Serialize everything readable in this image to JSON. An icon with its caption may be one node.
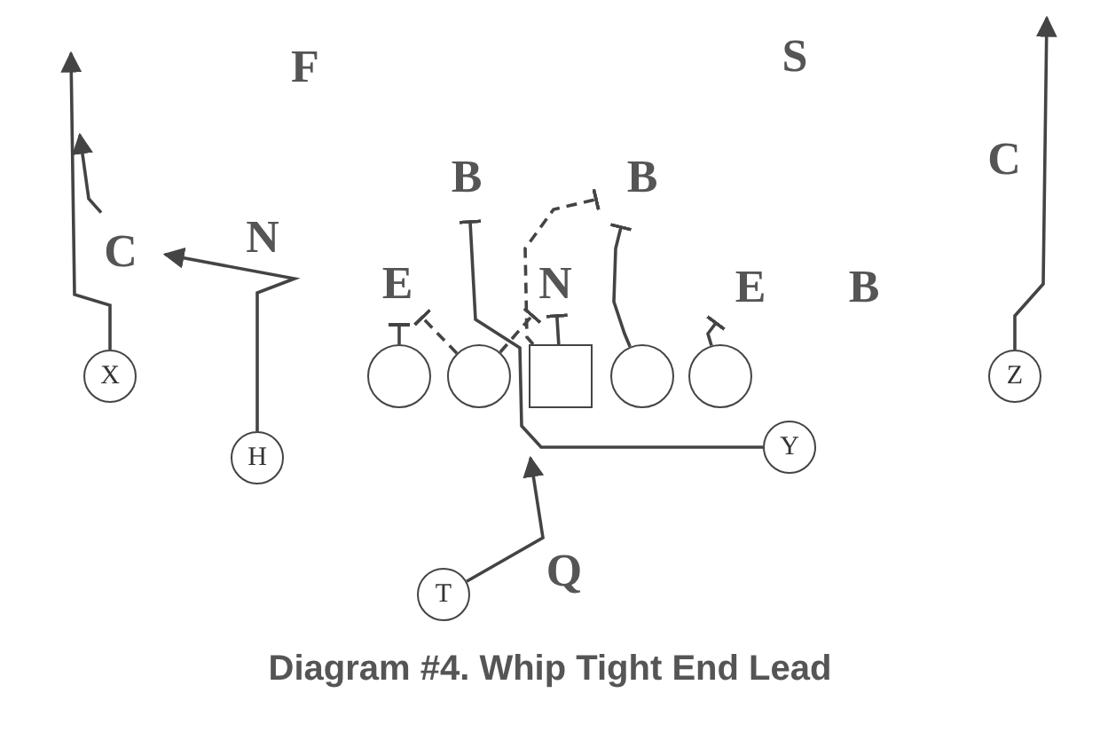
{
  "diagram": {
    "caption": "Diagram #4. Whip Tight End Lead",
    "nodes": [
      {
        "text": [
          "X"
        ]
      },
      {
        "text": [
          "C"
        ]
      },
      {
        "text": [
          "H"
        ]
      },
      {
        "text": [
          "E"
        ]
      },
      {
        "text": [
          "B"
        ]
      },
      {
        "text": [
          "N"
        ]
      },
      {
        "text": [
          "B"
        ]
      },
      {
        "text": [
          "E"
        ]
      },
      {
        "text": [],
        "shape": "circle"
      },
      {
        "text": [],
        "shape": "circle"
      },
      {
        "text": [],
        "shape": "box"
      },
      {
        "text": [],
        "shape": "circle"
      },
      {
        "text": [],
        "shape": "circle"
      },
      {
        "text": [
          "Y"
        ]
      },
      {
        "text": [
          "Z"
        ]
      },
      {
        "text": [
          "T"
        ]
      }
    ],
    "edges": [
      {
        "from": 0,
        "to": null,
        "arrow": "to"
      },
      {
        "from": 1,
        "to": null,
        "arrow": "to"
      },
      {
        "from": 2,
        "to": 1,
        "arrow": "to"
      },
      {
        "from": 8,
        "to": 3,
        "arrow": "other"
      },
      {
        "from": 9,
        "to": 3,
        "arrow": "other",
        "style": "dashed"
      },
      {
        "from": 9,
        "to": 5,
        "arrow": "other",
        "style": "dashed"
      },
      {
        "from": 10,
        "to": 5,
        "arrow": "other"
      },
      {
        "from": 10,
        "to": 6,
        "arrow": "other",
        "style": "dashed"
      },
      {
        "from": 11,
        "to": 6,
        "arrow": "other"
      },
      {
        "from": 12,
        "to": 7,
        "arrow": "other"
      },
      {
        "from": 13,
        "to": 4,
        "arrow": "other"
      },
      {
        "from": 15,
        "to": null,
        "arrow": "to"
      },
      {
        "from": 14,
        "to": null,
        "arrow": "to"
      }
    ],
    "labels": [
      "F",
      "S",
      "N",
      "B",
      "C",
      "Q"
    ]
  }
}
